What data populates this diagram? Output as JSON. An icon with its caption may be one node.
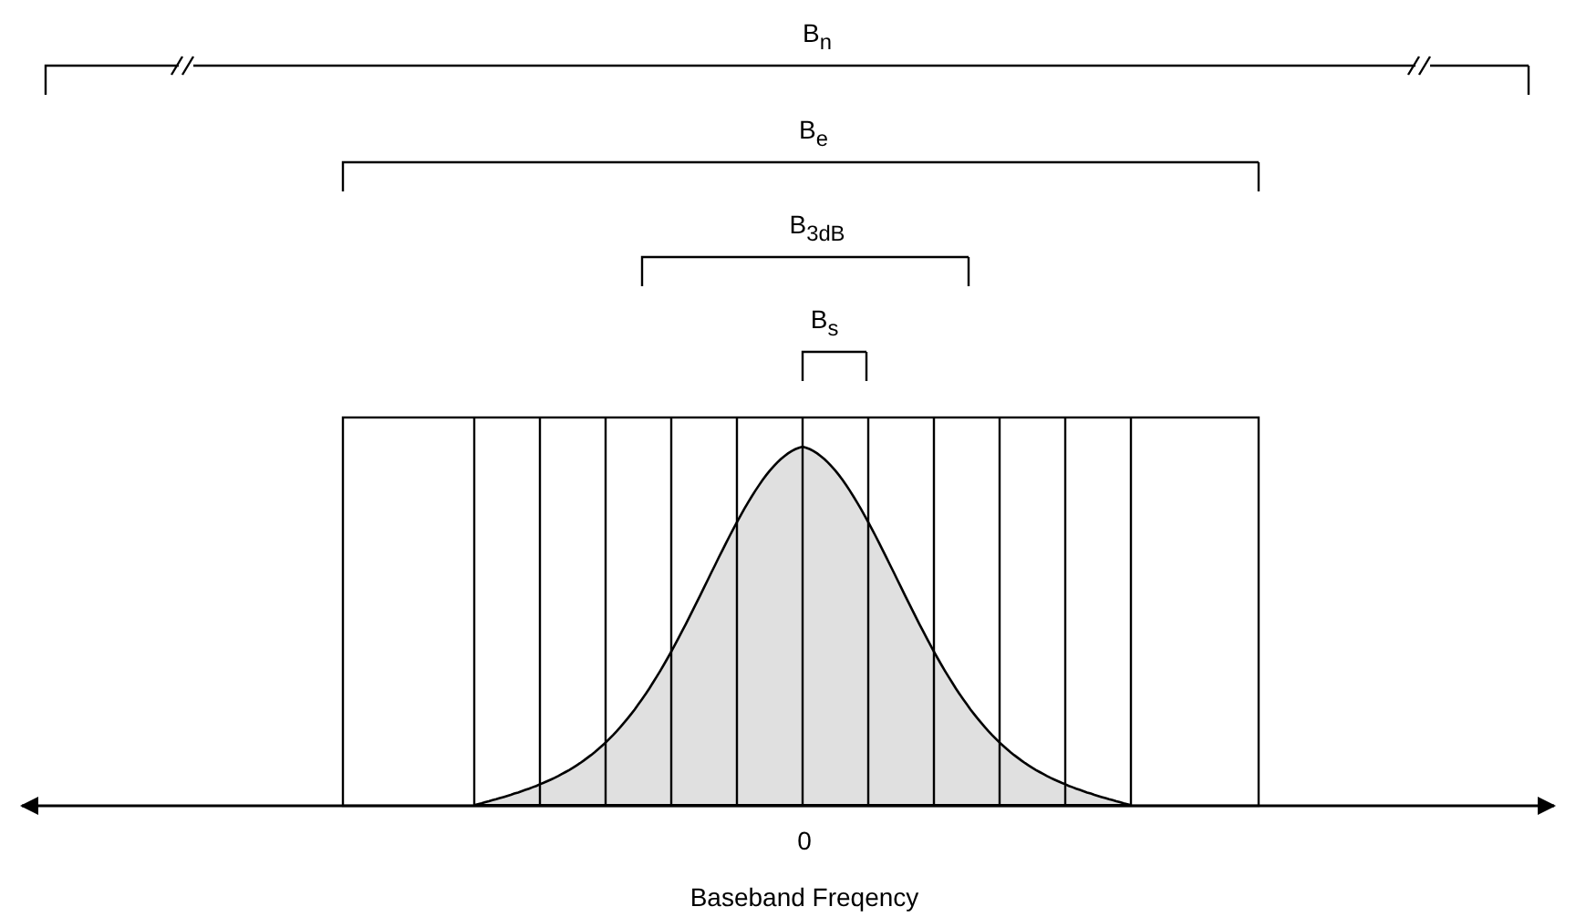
{
  "diagram": {
    "labels": [
      "B$_{n}$",
      "B$_{e}$",
      "B$_{3dB}$",
      "B$_{s}$",
      "0",
      "Baseband Freqency"
    ]
  }
}
